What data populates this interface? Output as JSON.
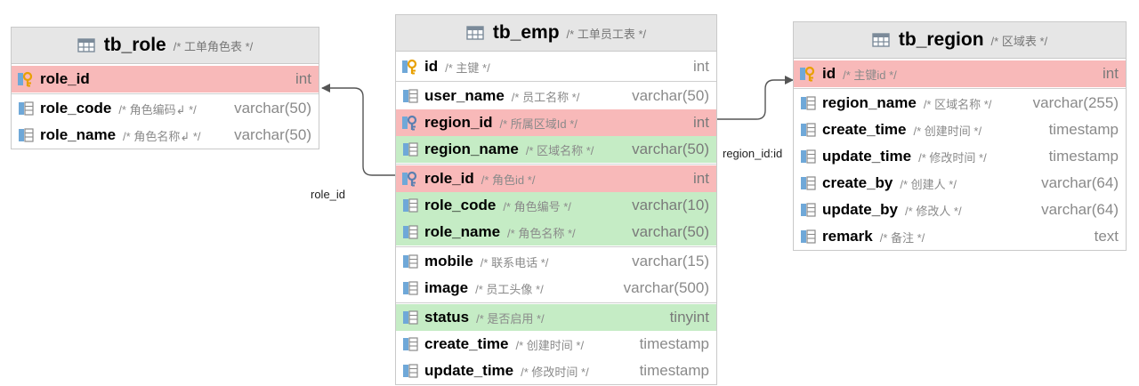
{
  "tables": {
    "tb_role": {
      "name": "tb_role",
      "comment": "/* 工单角色表 */",
      "columns": [
        {
          "name": "role_id",
          "comment": "",
          "type": "int",
          "icon": "primary-key-icon",
          "style": "pk"
        },
        {
          "name": "role_code",
          "comment": "/* 角色编码↲ */",
          "type": "varchar(50)",
          "icon": "column-icon",
          "style": ""
        },
        {
          "name": "role_name",
          "comment": "/* 角色名称↲ */",
          "type": "varchar(50)",
          "icon": "column-icon",
          "style": ""
        }
      ]
    },
    "tb_emp": {
      "name": "tb_emp",
      "comment": "/* 工单员工表 */",
      "columns": [
        {
          "name": "id",
          "comment": "/* 主键 */",
          "type": "int",
          "icon": "primary-key-icon",
          "style": ""
        },
        {
          "name": "user_name",
          "comment": "/* 员工名称 */",
          "type": "varchar(50)",
          "icon": "column-icon",
          "style": ""
        },
        {
          "name": "region_id",
          "comment": "/* 所属区域Id */",
          "type": "int",
          "icon": "foreign-key-icon",
          "style": "fk"
        },
        {
          "name": "region_name",
          "comment": "/* 区域名称 */",
          "type": "varchar(50)",
          "icon": "column-icon",
          "style": "ref"
        },
        {
          "name": "role_id",
          "comment": "/* 角色id */",
          "type": "int",
          "icon": "foreign-key-icon",
          "style": "fk"
        },
        {
          "name": "role_code",
          "comment": "/* 角色编号 */",
          "type": "varchar(10)",
          "icon": "column-icon",
          "style": "ref"
        },
        {
          "name": "role_name",
          "comment": "/* 角色名称 */",
          "type": "varchar(50)",
          "icon": "column-icon",
          "style": "ref"
        },
        {
          "name": "mobile",
          "comment": "/* 联系电话 */",
          "type": "varchar(15)",
          "icon": "column-icon",
          "style": ""
        },
        {
          "name": "image",
          "comment": "/* 员工头像 */",
          "type": "varchar(500)",
          "icon": "column-icon",
          "style": ""
        },
        {
          "name": "status",
          "comment": "/* 是否启用 */",
          "type": "tinyint",
          "icon": "column-icon",
          "style": "ref"
        },
        {
          "name": "create_time",
          "comment": "/* 创建时间 */",
          "type": "timestamp",
          "icon": "column-icon",
          "style": ""
        },
        {
          "name": "update_time",
          "comment": "/* 修改时间 */",
          "type": "timestamp",
          "icon": "column-icon",
          "style": ""
        }
      ]
    },
    "tb_region": {
      "name": "tb_region",
      "comment": "/* 区域表 */",
      "columns": [
        {
          "name": "id",
          "comment": "/* 主键id */",
          "type": "int",
          "icon": "primary-key-icon",
          "style": "pk"
        },
        {
          "name": "region_name",
          "comment": "/* 区域名称 */",
          "type": "varchar(255)",
          "icon": "column-icon",
          "style": ""
        },
        {
          "name": "create_time",
          "comment": "/* 创建时间 */",
          "type": "timestamp",
          "icon": "column-icon",
          "style": ""
        },
        {
          "name": "update_time",
          "comment": "/* 修改时间 */",
          "type": "timestamp",
          "icon": "column-icon",
          "style": ""
        },
        {
          "name": "create_by",
          "comment": "/* 创建人 */",
          "type": "varchar(64)",
          "icon": "column-icon",
          "style": ""
        },
        {
          "name": "update_by",
          "comment": "/* 修改人 */",
          "type": "varchar(64)",
          "icon": "column-icon",
          "style": ""
        },
        {
          "name": "remark",
          "comment": "/* 备注 */",
          "type": "text",
          "icon": "column-icon",
          "style": ""
        }
      ]
    }
  },
  "relations": {
    "emp_role": {
      "label": "role_id",
      "from": "tb_emp.role_id",
      "to": "tb_role.role_id"
    },
    "emp_region": {
      "label": "region_id:id",
      "from": "tb_emp.region_id",
      "to": "tb_region.id"
    }
  },
  "colors": {
    "key_row": "#f8b9b9",
    "ref_row": "#c5ecc5",
    "header": "#e6e6e6",
    "link": "#555555"
  }
}
